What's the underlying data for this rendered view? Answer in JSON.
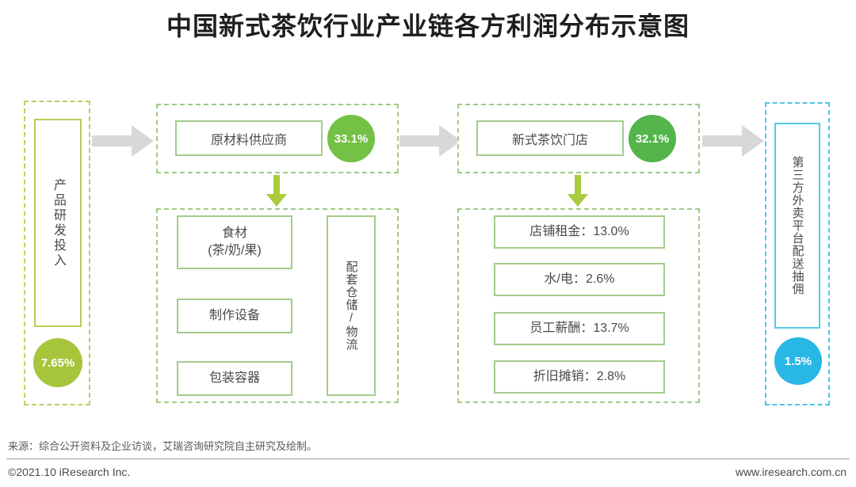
{
  "title": "中国新式茶饮行业产业链各方利润分布示意图",
  "diagram": {
    "stage1": {
      "label": "产品研发投入",
      "value": "7.65%"
    },
    "stage2": {
      "header": "原材料供应商",
      "value": "33.1%",
      "item1_line1": "食材",
      "item1_line2": "(茶/奶/果)",
      "item2": "制作设备",
      "item3": "包装容器",
      "side": "配套仓储/物流"
    },
    "stage3": {
      "header": "新式茶饮门店",
      "value": "32.1%",
      "item1": "店铺租金：13.0%",
      "item2": "水/电：2.6%",
      "item3": "员工薪酬：13.7%",
      "item4": "折旧摊销：2.8%"
    },
    "stage4": {
      "label": "第三方外卖平台配送抽佣",
      "value": "1.5%"
    }
  },
  "colors": {
    "stage1_circle": "#a7c53b",
    "stage2_circle": "#74c145",
    "stage3_circle": "#53b54a",
    "stage4_circle": "#29b8e6",
    "green_border": "#9fca85",
    "yellowgreen_border": "#bccf63",
    "cyan_border": "#4ec5e6",
    "gray_arrow": "#d8d8d8",
    "down_arrow": "#a9cb3d"
  },
  "footer": {
    "source": "来源：综合公开资料及企业访谈，艾瑞咨询研究院自主研究及绘制。",
    "copyright": "©2021.10 iResearch Inc.",
    "website": "www.iresearch.com.cn"
  }
}
